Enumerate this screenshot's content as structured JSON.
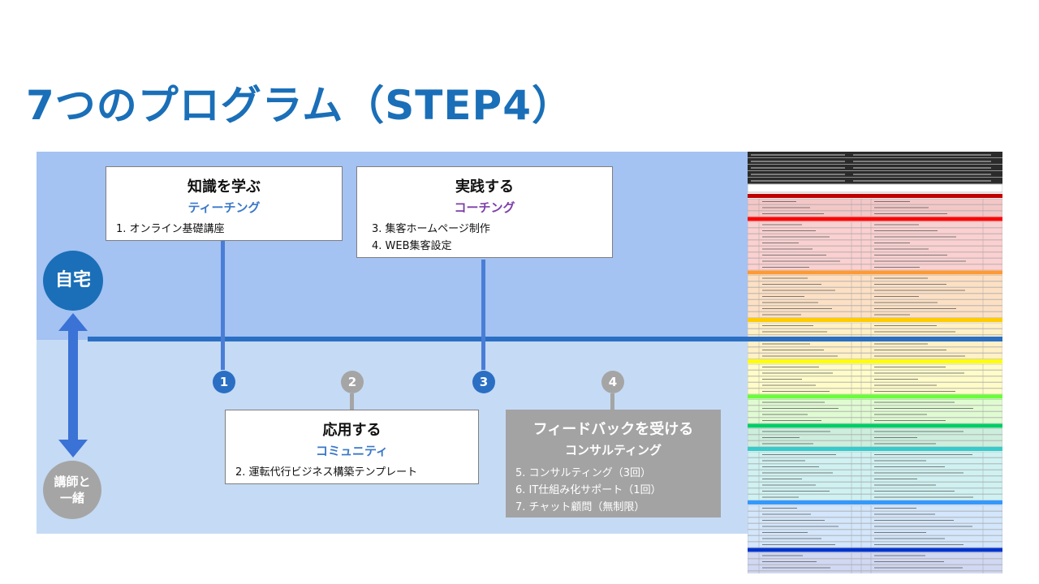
{
  "title": "7つのプログラム（STEP4）",
  "left": {
    "home": "自宅",
    "teacher_line1": "講師と",
    "teacher_line2": "一緒"
  },
  "steps": [
    {
      "number": "1",
      "title": "知識を学ぶ",
      "subtitle": "ティーチング",
      "subtitle_color": "#3a78c9",
      "items": [
        "1. オンライン基礎講座"
      ]
    },
    {
      "number": "2",
      "title": "応用する",
      "subtitle": "コミュニティ",
      "subtitle_color": "#3a78c9",
      "items": [
        "2. 運転代行ビジネス構築テンプレート"
      ]
    },
    {
      "number": "3",
      "title": "実践する",
      "subtitle": "コーチング",
      "subtitle_color": "#7d3fa8",
      "items": [
        "3. 集客ホームページ制作",
        "4. WEB集客設定"
      ]
    },
    {
      "number": "4",
      "title": "フィードバックを受ける",
      "subtitle": "コンサルティング",
      "subtitle_color": "#ffffff",
      "items": [
        "5. コンサルティング（3回）",
        "6. IT仕組み化サポート（1回）",
        "7. チャット顧問（無制限）"
      ]
    }
  ],
  "colors": {
    "accent": "#1a6fb8",
    "timeline": "#2a6fc4",
    "grey": "#a5a5a5"
  },
  "spreadsheet_colors": [
    "#c00000",
    "#ff0000",
    "#ff9933",
    "#ffcc00",
    "#ffff00",
    "#66ff33",
    "#00cc66",
    "#33cccc",
    "#3399ff",
    "#0033cc",
    "#6633cc",
    "#9933ff",
    "#cc33cc",
    "#ff33cc"
  ]
}
